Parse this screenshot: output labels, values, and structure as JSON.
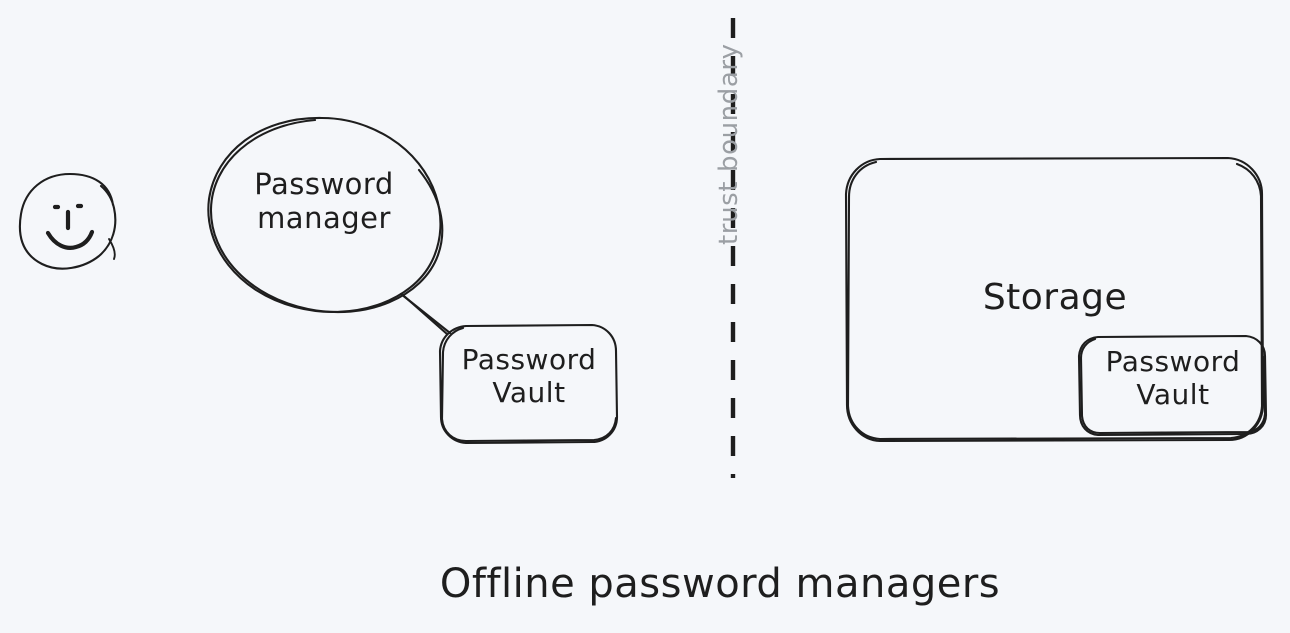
{
  "diagram": {
    "background_color": "#f5f7fa",
    "stroke_color": "#1e1e1e",
    "muted_color": "#9b9fa4",
    "caption": "Offline password managers",
    "user_icon_name": "smiley-face-icon",
    "nodes": {
      "password_manager": {
        "label": "Password\nmanager",
        "shape": "ellipse"
      },
      "password_vault_client": {
        "label": "Password\nVault",
        "shape": "rounded-rectangle"
      },
      "storage": {
        "label": "Storage",
        "shape": "rounded-rectangle"
      },
      "password_vault_storage": {
        "label": "Password\nVault",
        "shape": "rounded-rectangle"
      }
    },
    "boundary": {
      "label": "trust boundary",
      "style": "dashed-vertical-line"
    },
    "connectors": [
      {
        "from": "password_manager",
        "to": "password_vault_client",
        "style": "solid-line"
      }
    ]
  }
}
